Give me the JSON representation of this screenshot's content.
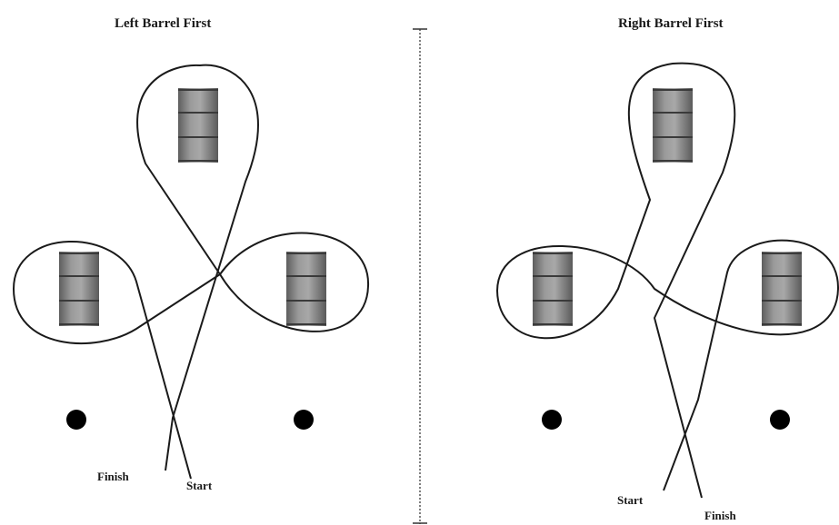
{
  "panels": {
    "left": {
      "title": "Left Barrel First",
      "start_label": "Start",
      "finish_label": "Finish"
    },
    "right": {
      "title": "Right Barrel First",
      "start_label": "Start",
      "finish_label": "Finish"
    }
  },
  "colors": {
    "path": "#1a1a1a",
    "barrel": "#8a8a8a",
    "barrel_band": "#3a3a3a",
    "marker": "#000000"
  }
}
